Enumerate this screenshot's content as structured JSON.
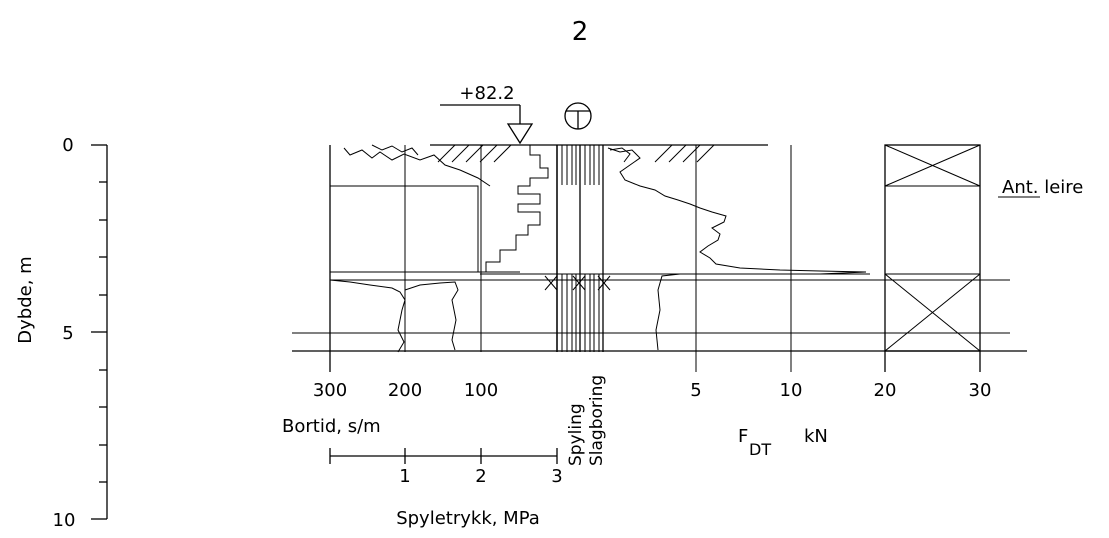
{
  "sounding": {
    "number": "2",
    "ground_level": "+82.2",
    "layer_label": "Ant. leire",
    "method_symbol": "T-in-circle-icon"
  },
  "depth_axis": {
    "label": "Dybde, m",
    "ticks": [
      "0",
      "5",
      "10"
    ]
  },
  "bore_time_axis": {
    "label": "Bortid, s/m",
    "ticks": [
      "300",
      "200",
      "100"
    ]
  },
  "flush_pressure_axis": {
    "label": "Spyletrykk, MPa",
    "ticks": [
      "1",
      "2",
      "3"
    ]
  },
  "force_axis": {
    "label_main": "F",
    "label_sub": "DT",
    "unit": "kN",
    "ticks": [
      "5",
      "10",
      "20",
      "30"
    ]
  },
  "columns": {
    "flushing": "Spyling",
    "hammering": "Slagboring"
  }
}
